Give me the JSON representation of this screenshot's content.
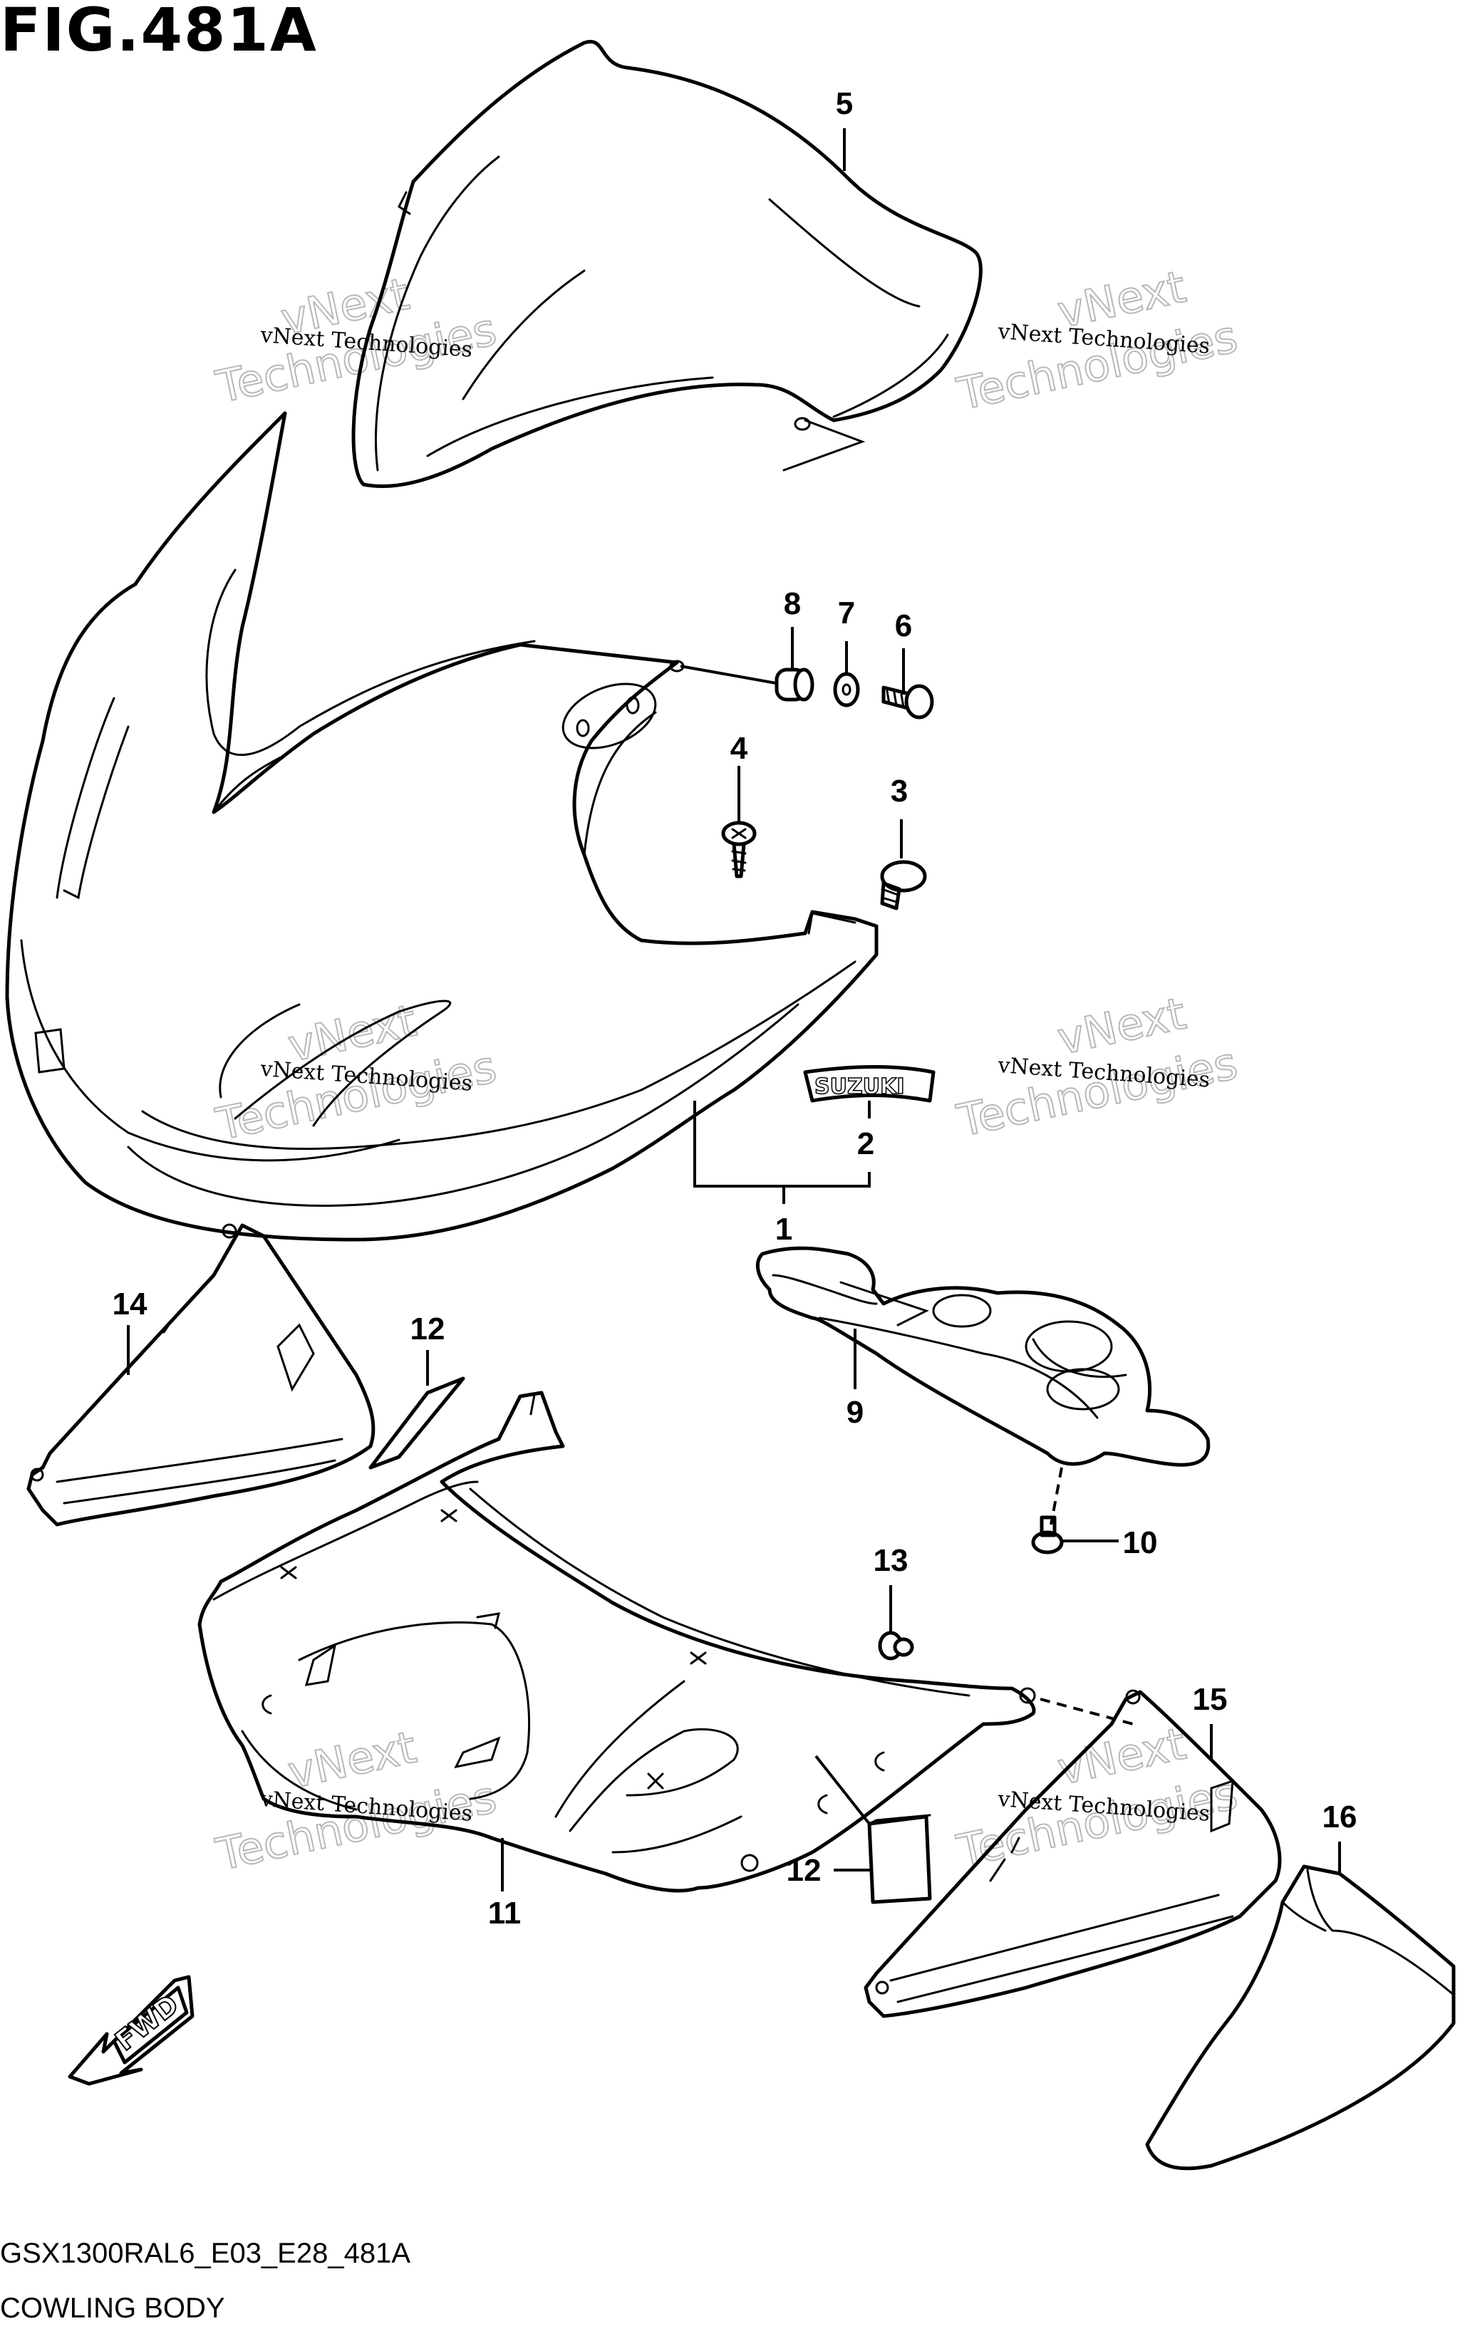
{
  "figure": {
    "title": "FIG.481A",
    "model_code": "GSX1300RAL6_E03_E28_481A",
    "section_name": "COWLING BODY"
  },
  "callouts": [
    "1",
    "2",
    "3",
    "4",
    "5",
    "6",
    "7",
    "8",
    "9",
    "10",
    "11",
    "12",
    "12",
    "13",
    "14",
    "15",
    "16"
  ],
  "emblem_text": "SUZUKI",
  "direction_label": "FWD",
  "watermark": {
    "line1": "vNext Technologies",
    "line2": "vNext",
    "line3": "Technologies"
  }
}
